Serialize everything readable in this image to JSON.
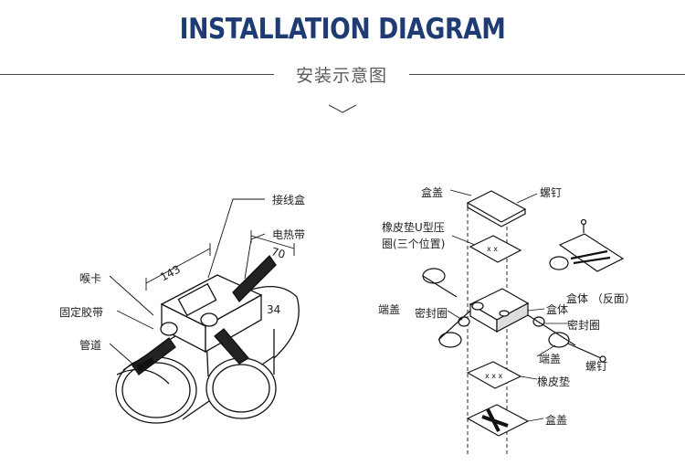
{
  "header": {
    "title": "INSTALLATION DIAGRAM",
    "subtitle": "安装示意图"
  },
  "left_diagram": {
    "labels": {
      "junction_box": "接线盒",
      "heat_tape": "电热带",
      "clamp": "喉卡",
      "fixing_tape": "固定胶带",
      "pipe": "管道"
    },
    "dimensions": {
      "length": "143",
      "width": "70",
      "height": "34"
    }
  },
  "right_diagram": {
    "labels": {
      "box_cover_top": "盒盖",
      "screw_top": "螺钉",
      "rubber_u_clamp": "橡皮垫U型压",
      "rubber_u_clamp_2": "圈(三个位置)",
      "box_body_reverse": "盒体 （反面）",
      "end_cap_left": "端盖",
      "seal_ring_left": "密封圈",
      "box_body": "盒体",
      "seal_ring_right": "密封圈",
      "end_cap_right": "端盖",
      "screw_bottom": "螺钉",
      "rubber_pad": "橡皮垫",
      "box_cover_bottom": "盒盖"
    }
  }
}
